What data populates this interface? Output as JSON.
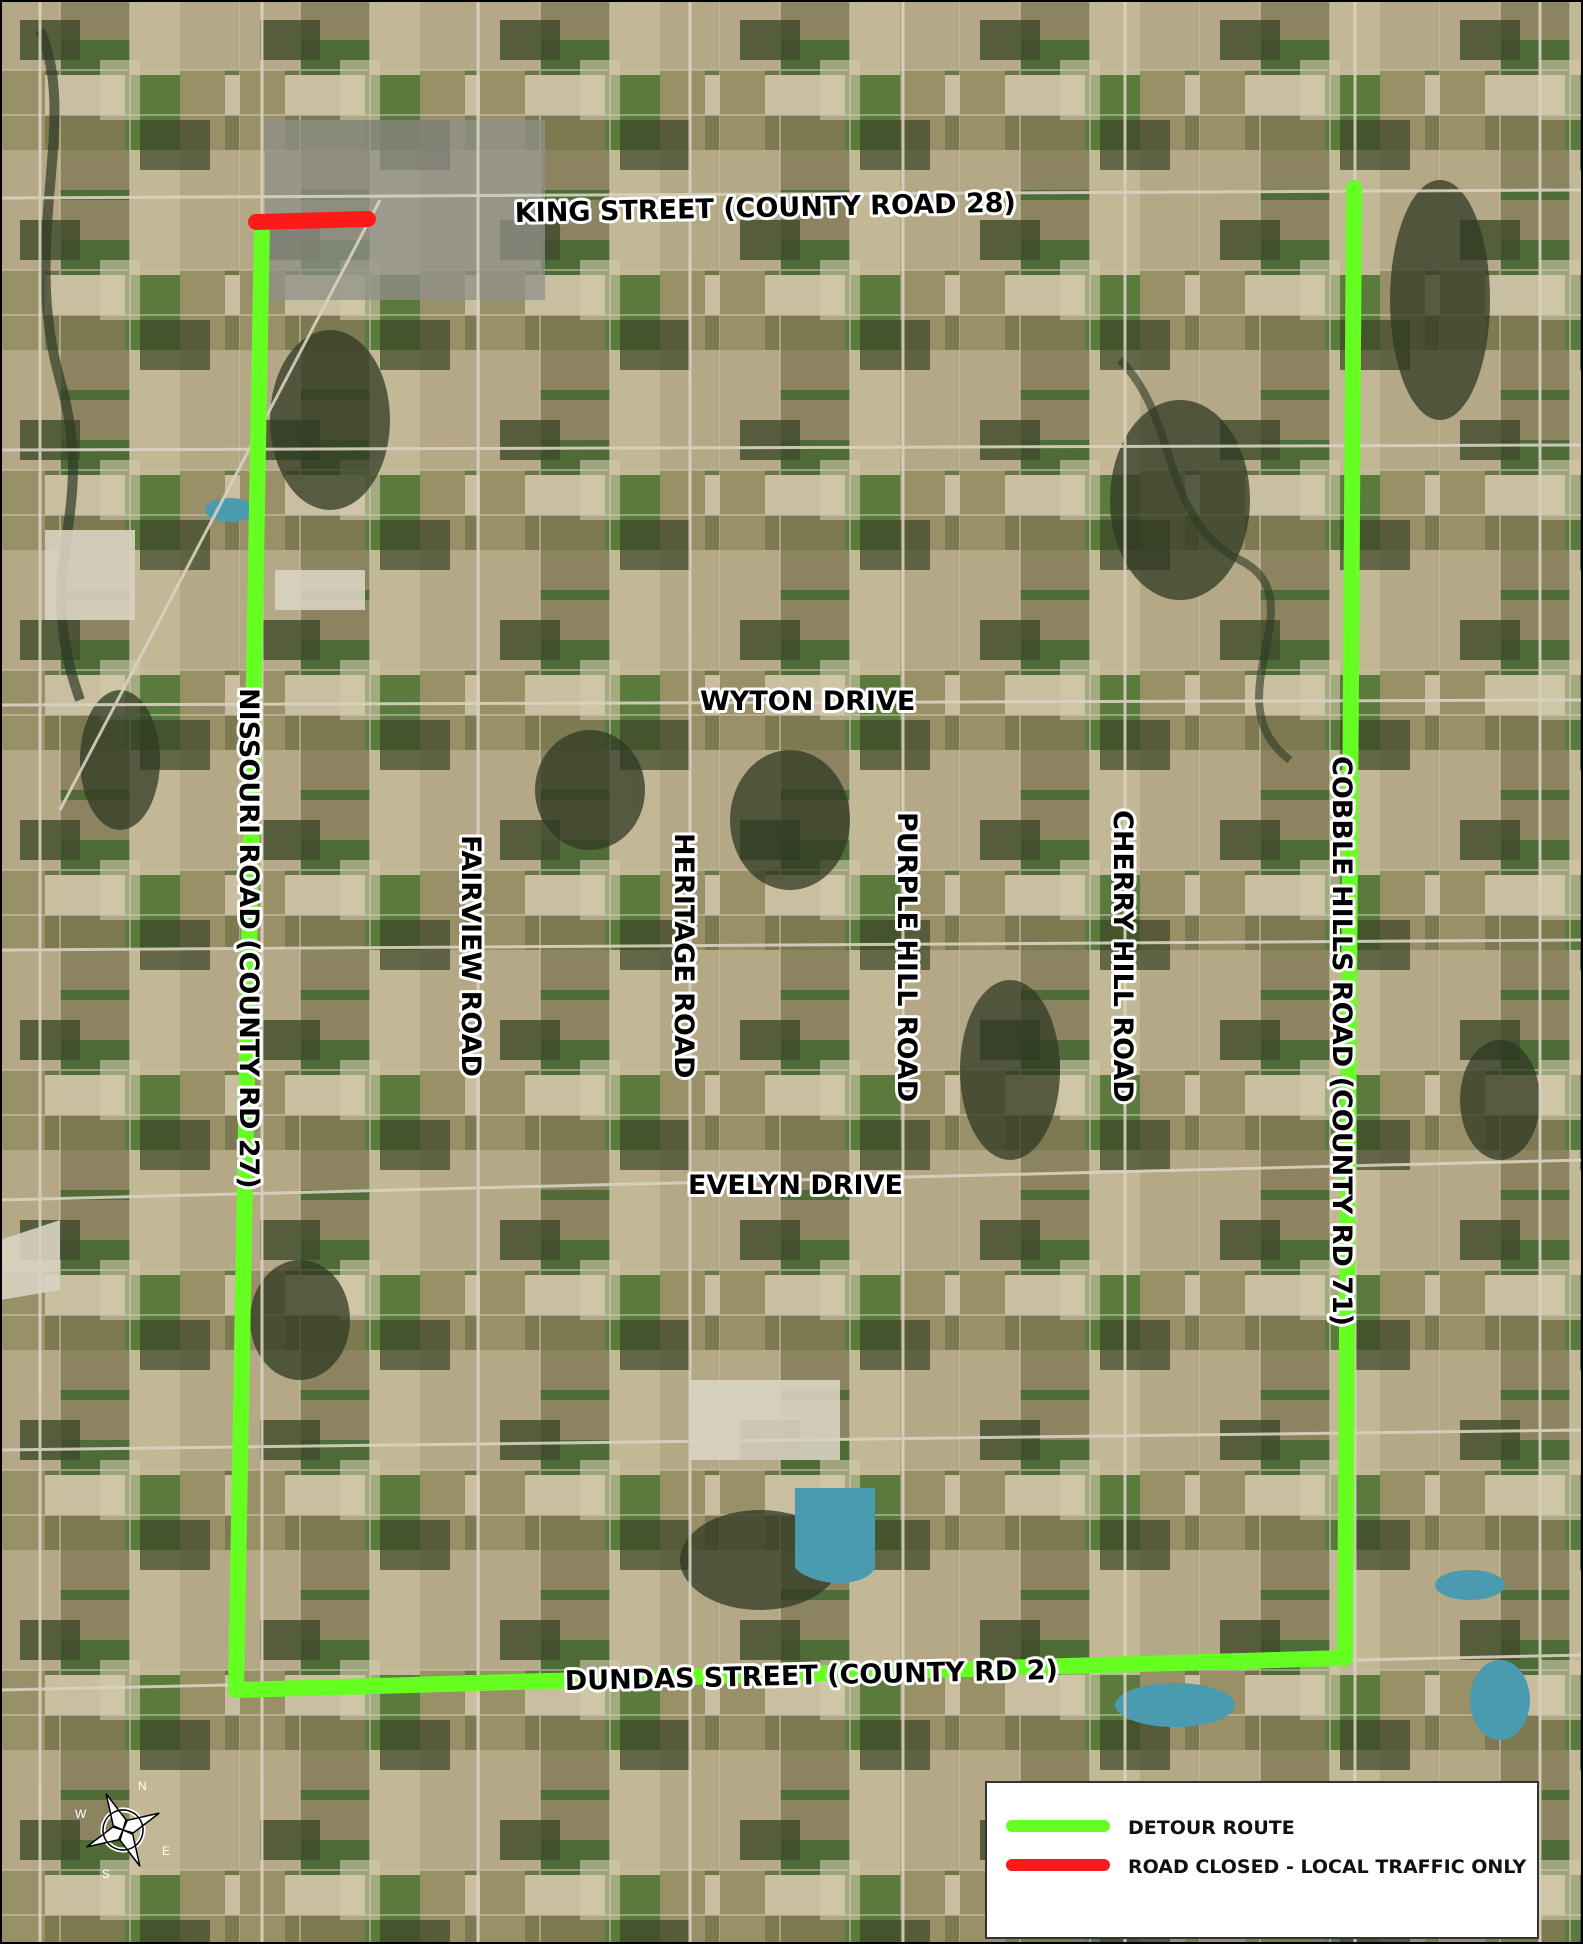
{
  "colors": {
    "detour": "#66ff22",
    "closed": "#ff1a1a",
    "field_dark": "#4f5a33",
    "field_light": "#b9ad8c",
    "field_green": "#3f7a36",
    "road": "#d8d2c0",
    "water": "#4a9bb0"
  },
  "roads": {
    "king_street": "KING STREET (COUNTY ROAD 28)",
    "wyton_drive": "WYTON DRIVE",
    "evelyn_drive": "EVELYN DRIVE",
    "dundas_street": "DUNDAS STREET (COUNTY RD 2)",
    "nissouri_road": "NISSOURI ROAD (COUNTY RD 27)",
    "fairview_road": "FAIRVIEW ROAD",
    "heritage_road": "HERITAGE ROAD",
    "purple_hill_road": "PURPLE HILL ROAD",
    "cherry_hill_road": "CHERRY HILL ROAD",
    "cobble_hills_road": "COBBLE HILLS ROAD (COUNTY RD 71)"
  },
  "compass": {
    "n": "N",
    "e": "E",
    "s": "S",
    "w": "W"
  },
  "legend": {
    "detour": "DETOUR ROUTE",
    "closed": "ROAD CLOSED - LOCAL TRAFFIC ONLY"
  }
}
